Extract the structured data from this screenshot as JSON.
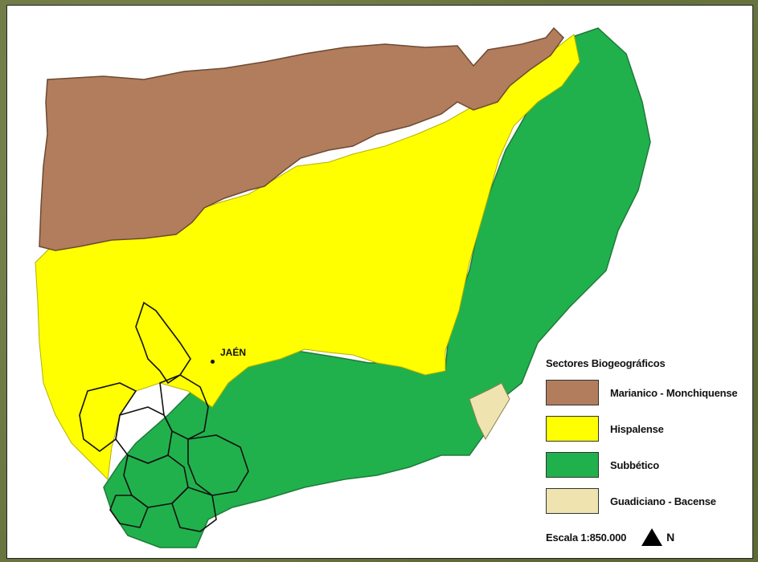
{
  "legend": {
    "title": "Sectores Biogeográficos",
    "items": [
      {
        "label": "Marianico - Monchiquense",
        "color": "#b27d5c"
      },
      {
        "label": "Hispalense",
        "color": "#ffff00"
      },
      {
        "label": "Subbético",
        "color": "#21b14c"
      },
      {
        "label": "Guadiciano - Bacense",
        "color": "#efe4b0"
      }
    ]
  },
  "scale": {
    "text": "Escala 1:850.000"
  },
  "north": {
    "label": "N"
  },
  "city": {
    "label": "JAÉN"
  }
}
